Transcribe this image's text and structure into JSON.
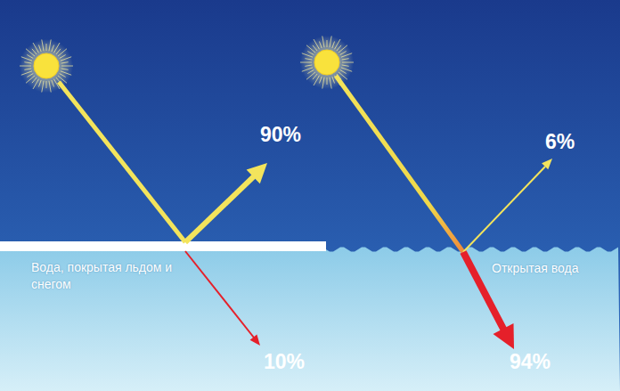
{
  "diagram": {
    "labels": [
      "90%",
      "10%",
      "6%",
      "94%",
      "Вода, покрытая льдом и снегом",
      "Открытая вода"
    ]
  }
}
